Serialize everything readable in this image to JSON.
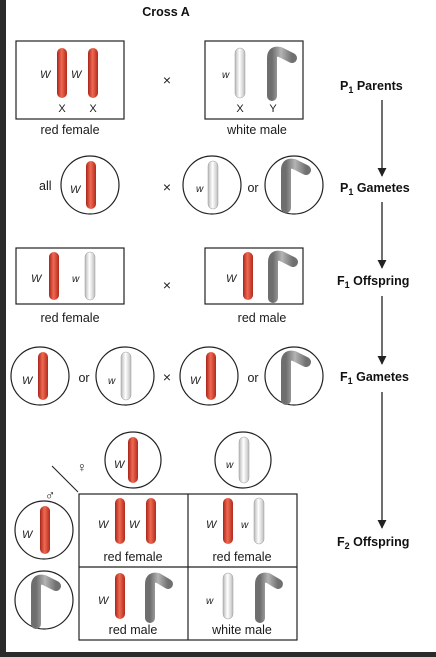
{
  "title": "Cross A",
  "symbols": {
    "cross": "×",
    "or": "or",
    "all": "all",
    "male": "♂",
    "female": "♀"
  },
  "alleles": {
    "dominant": "W",
    "recessive": "w"
  },
  "chromosome_labels": {
    "x": "X",
    "y": "Y"
  },
  "steps": [
    {
      "main": "P",
      "sub": "1",
      "rest": " Parents"
    },
    {
      "main": "P",
      "sub": "1",
      "rest": " Gametes"
    },
    {
      "main": "F",
      "sub": "1",
      "rest": " Offspring"
    },
    {
      "main": "F",
      "sub": "1",
      "rest": " Gametes"
    },
    {
      "main": "F",
      "sub": "2",
      "rest": " Offspring"
    }
  ],
  "labels": {
    "p1_female": "red female",
    "p1_male": "white male",
    "f1_female": "red female",
    "f1_male": "red male",
    "f2_rf1": "red female",
    "f2_rf2": "red female",
    "f2_rm": "red male",
    "f2_wm": "white male"
  },
  "colors": {
    "background": "#2b2b2b",
    "red_chromosome": "#d63a2a",
    "white_chromosome": "#e4e4e4",
    "y_chromosome": "#8d8d8d"
  }
}
